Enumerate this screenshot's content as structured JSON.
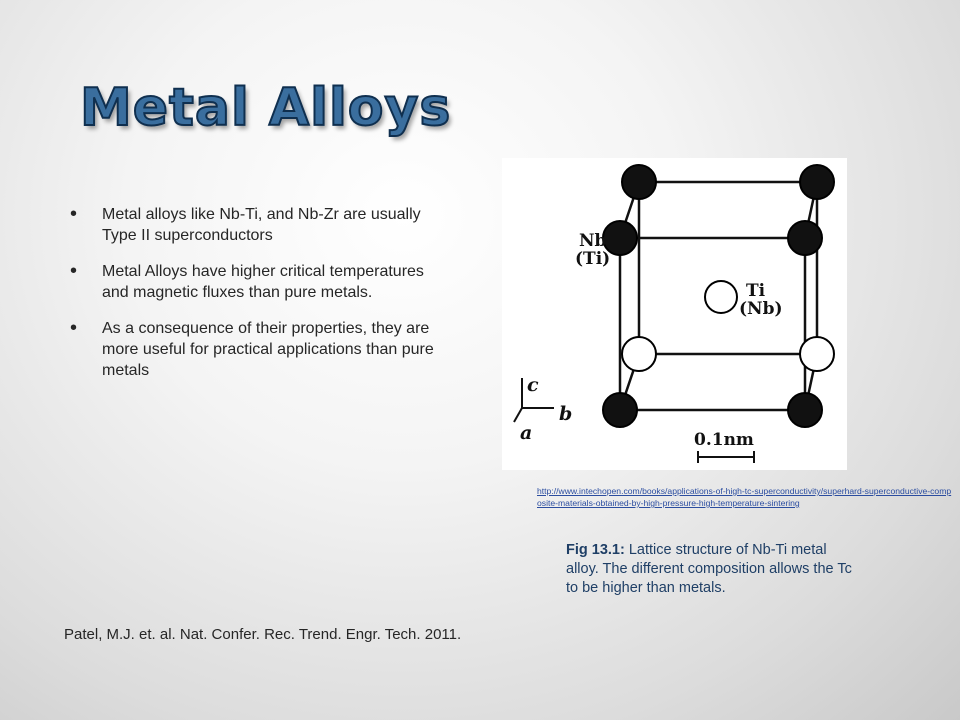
{
  "slide": {
    "title": "Metal Alloys",
    "bullets": [
      "Metal alloys like Nb-Ti, and Nb-Zr are usually Type II superconductors",
      "Metal Alloys have higher critical temperatures and magnetic fluxes than pure metals.",
      "As a consequence of their properties, they are more useful for practical applications than pure metals"
    ],
    "figure": {
      "label_nb": "Nb",
      "label_nb_paren": "(Ti)",
      "label_ti": "Ti",
      "label_ti_paren": "(Nb)",
      "axis_c": "c",
      "axis_b": "b",
      "axis_a": "a",
      "scale": "0.1nm"
    },
    "source_url": "http://www.intechopen.com/books/applications-of-high-tc-superconductivity/superhard-superconductive-composite-materials-obtained-by-high-pressure-high-temperature-sintering",
    "caption_prefix": "Fig 13.1:",
    "caption_text": " Lattice structure of Nb-Ti metal alloy. The different composition allows the Tc to be higher than metals.",
    "reference": "Patel, M.J. et. al. Nat. Confer. Rec. Trend. Engr. Tech. 2011."
  }
}
